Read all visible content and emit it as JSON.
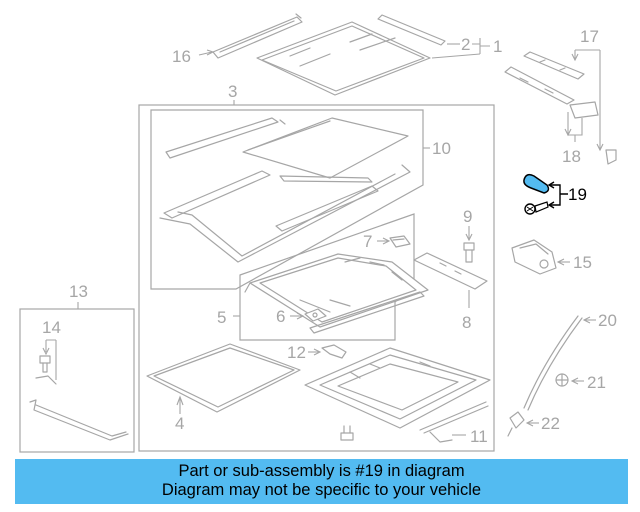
{
  "callouts": {
    "c1": "1",
    "c2": "2",
    "c3": "3",
    "c4": "4",
    "c5": "5",
    "c6": "6",
    "c7": "7",
    "c8": "8",
    "c9": "9",
    "c10": "10",
    "c11": "11",
    "c12": "12",
    "c13": "13",
    "c14": "14",
    "c15": "15",
    "c16": "16",
    "c17": "17",
    "c18": "18",
    "c19": "19",
    "c20": "20",
    "c21": "21",
    "c22": "22"
  },
  "highlight": {
    "part_number": "19",
    "color": "#53bbf1"
  },
  "colors": {
    "line": "#a6a6a6",
    "banner": "#53bbf1",
    "highlight_text": "#000000"
  },
  "banner": {
    "line1": "Part or sub-assembly is #19 in diagram",
    "line2": "Diagram may not be specific to your vehicle"
  }
}
